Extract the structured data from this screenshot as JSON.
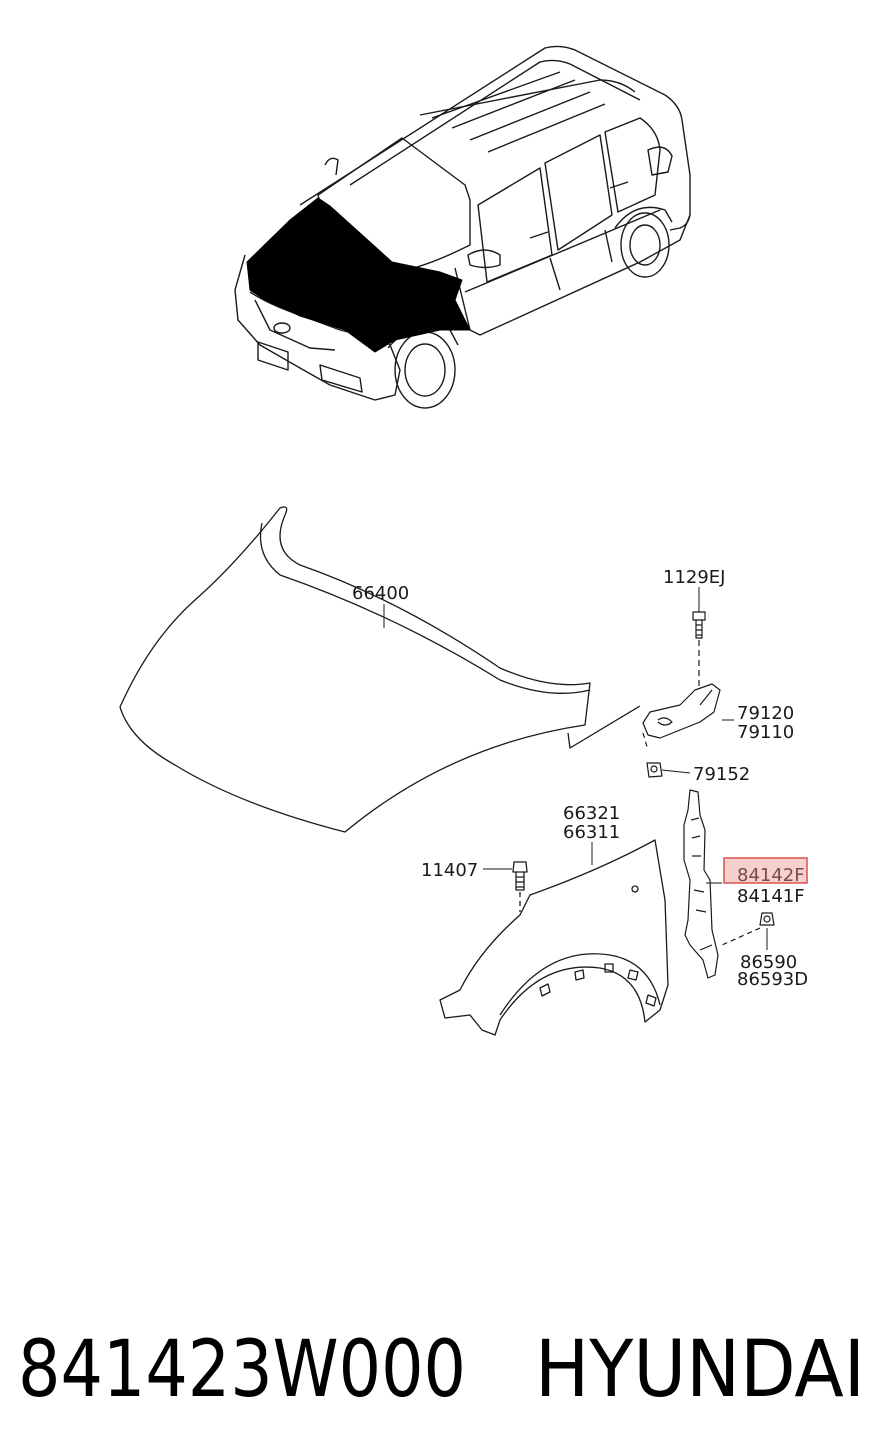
{
  "callouts": {
    "hood": "66400",
    "hinge_bolt": "1129EJ",
    "hinge_rh": "79120",
    "hinge_lh": "79110",
    "hinge_nut": "79152",
    "fender_rh": "66321",
    "fender_lh": "66311",
    "fender_bolt": "11407",
    "bracket_highlighted": "84142F",
    "bracket_other": "84141F",
    "clip_a": "86590",
    "clip_b": "86593D"
  },
  "footer": {
    "part_number": "841423W000",
    "brand": "HYUNDAI"
  },
  "colors": {
    "line": "#1a1a1a",
    "highlight_border": "#d9534f",
    "highlight_fill": "#f6cfcf",
    "car_hood_fill": "#000000"
  }
}
